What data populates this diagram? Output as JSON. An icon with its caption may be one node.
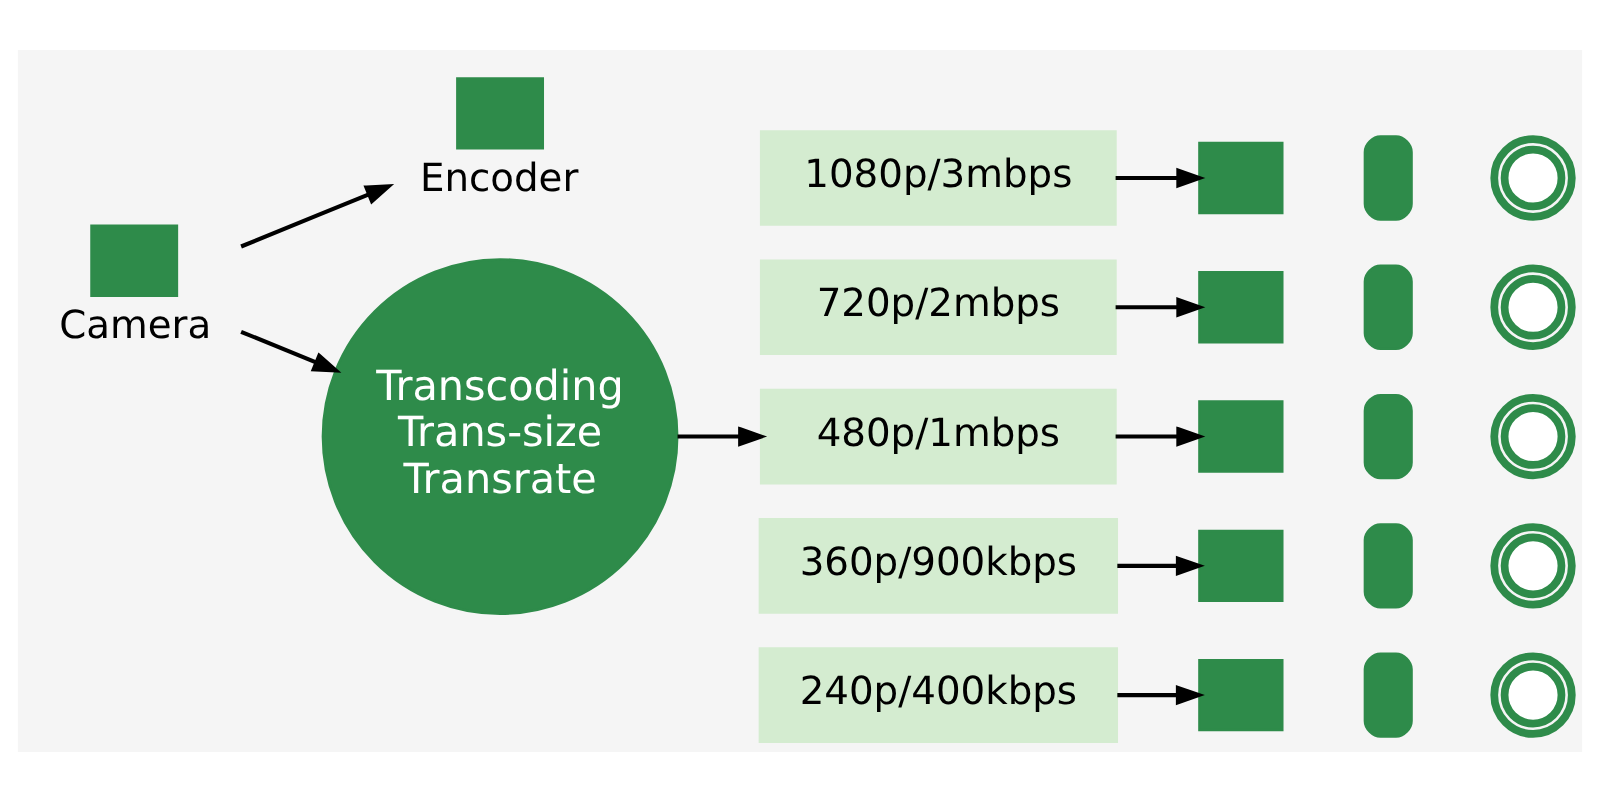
{
  "diagram": {
    "nodes": [
      {
        "text": [
          "Camera"
        ]
      },
      {
        "text": [
          "Encoder"
        ]
      },
      {
        "text": [
          "Transcoding",
          "Trans-size",
          "Transrate"
        ]
      },
      {
        "text": [
          "1080p/3mbps"
        ]
      },
      {
        "text": [
          "720p/2mbps"
        ]
      },
      {
        "text": [
          "480p/1mbps"
        ]
      },
      {
        "text": [
          "360p/900kbps"
        ]
      },
      {
        "text": [
          "240p/400kbps"
        ]
      },
      {
        "text": [],
        "shape": "monitor"
      },
      {
        "text": [],
        "shape": "phone"
      },
      {
        "text": [],
        "shape": "device"
      },
      {
        "text": [],
        "shape": "monitor"
      },
      {
        "text": [],
        "shape": "phone"
      },
      {
        "text": [],
        "shape": "device"
      },
      {
        "text": [],
        "shape": "monitor"
      },
      {
        "text": [],
        "shape": "phone"
      },
      {
        "text": [],
        "shape": "device"
      },
      {
        "text": [],
        "shape": "monitor"
      },
      {
        "text": [],
        "shape": "phone"
      },
      {
        "text": [],
        "shape": "device"
      },
      {
        "text": [],
        "shape": "monitor"
      },
      {
        "text": [],
        "shape": "phone"
      },
      {
        "text": [],
        "shape": "device"
      }
    ],
    "edges": [
      {
        "from": 0,
        "to": 2,
        "arrow": "to"
      },
      {
        "from": 0,
        "to": 1,
        "arrow": "to"
      },
      {
        "from": 2,
        "to": 5,
        "arrow": "to"
      },
      {
        "from": 3,
        "to": 8,
        "arrow": "to"
      },
      {
        "from": 4,
        "to": 11,
        "arrow": "to"
      },
      {
        "from": 5,
        "to": 14,
        "arrow": "to"
      },
      {
        "from": 6,
        "to": 17,
        "arrow": "to"
      },
      {
        "from": 7,
        "to": 20,
        "arrow": "to"
      }
    ]
  }
}
